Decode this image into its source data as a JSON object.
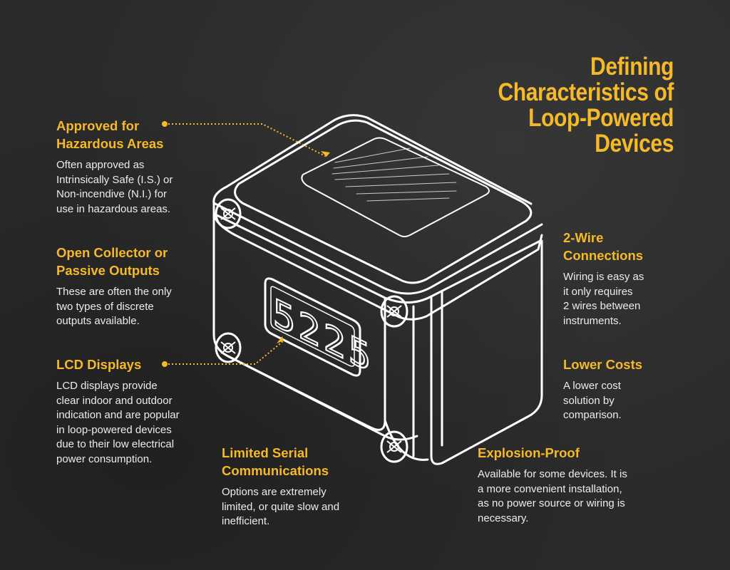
{
  "title": {
    "lines": [
      "Defining",
      "Characteristics of",
      "Loop-Powered",
      "Devices"
    ]
  },
  "colors": {
    "background": "#2b2b2b",
    "accent": "#f5b929",
    "text": "#ececec",
    "line_art": "#ffffff"
  },
  "display_value": "5225",
  "features": {
    "hazardous": {
      "heading": [
        "Approved for",
        "Hazardous Areas"
      ],
      "body": [
        "Often approved as",
        "Intrinsically Safe (I.S.) or",
        "Non-incendive (N.I.) for",
        "use in hazardous areas."
      ]
    },
    "outputs": {
      "heading": [
        "Open Collector or",
        "Passive Outputs"
      ],
      "body": [
        "These are often the only",
        "two types of discrete",
        "outputs available."
      ]
    },
    "lcd": {
      "heading": [
        "LCD Displays"
      ],
      "body": [
        "LCD displays provide",
        "clear indoor and outdoor",
        "indication and are popular",
        "in loop-powered devices",
        "due to their low electrical",
        "power consumption."
      ]
    },
    "serial": {
      "heading": [
        "Limited Serial",
        "Communications"
      ],
      "body": [
        "Options are extremely",
        "limited, or quite slow and",
        "inefficient."
      ]
    },
    "wire": {
      "heading": [
        "2-Wire",
        "Connections"
      ],
      "body": [
        "Wiring is easy as",
        "it only requires",
        "2 wires between",
        "instruments."
      ]
    },
    "costs": {
      "heading": [
        "Lower Costs"
      ],
      "body": [
        "A lower cost",
        "solution by",
        "comparison."
      ]
    },
    "explosion": {
      "heading": [
        "Explosion-Proof"
      ],
      "body": [
        "Available for some devices. It is",
        "a more convenient installation,",
        "as no power source or wiring is",
        "necessary."
      ]
    }
  }
}
